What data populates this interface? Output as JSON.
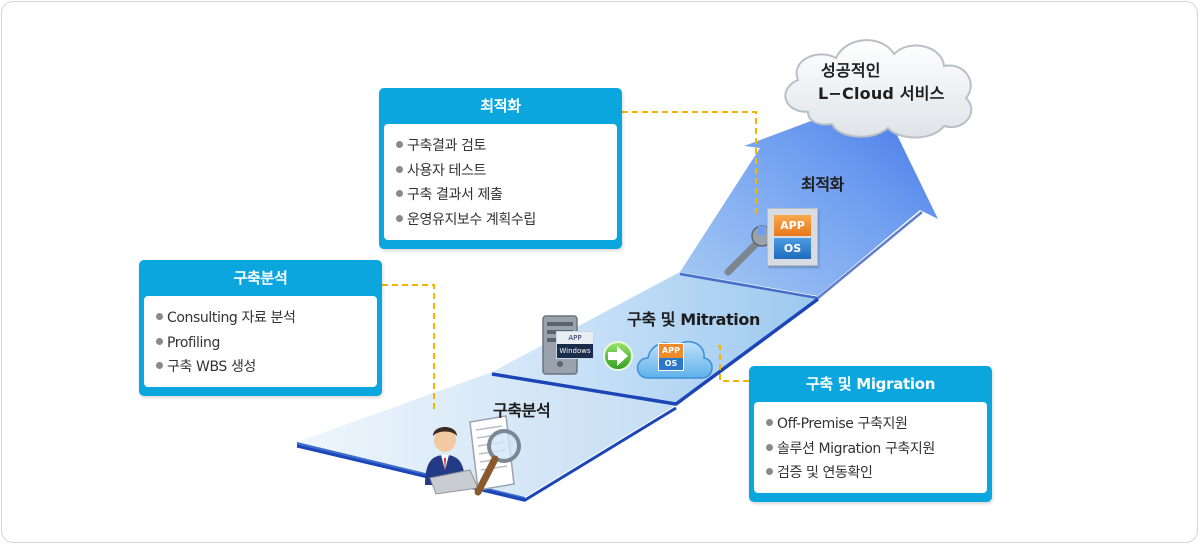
{
  "cloud": {
    "line1": "성공적인",
    "line2": "L−Cloud 서비스"
  },
  "stages": {
    "analysis": "구축분석",
    "migration": "구축 및 Mitration",
    "optimize": "최적화"
  },
  "icons": {
    "app_label": "APP",
    "os_label": "OS",
    "windows_label": "Windows"
  },
  "boxes": {
    "optimize": {
      "title": "최적화",
      "items": [
        "구축결과 검토",
        "사용자 테스트",
        "구축 결과서 제출",
        "운영유지보수 계획수립"
      ]
    },
    "analysis": {
      "title": "구축분석",
      "items": [
        "Consulting 자료 분석",
        "Profiling",
        "구축 WBS 생성"
      ]
    },
    "migration": {
      "title": "구축 및 Migration",
      "items": [
        "Off-Premise 구축지원",
        "솔루션 Migration 구축지원",
        "검증 및 연동확인"
      ]
    }
  },
  "colors": {
    "box_accent": "#0aa6dd",
    "connector": "#f5b400",
    "arrow_blue": "#3f7fe8",
    "step_edge": "#1c46b8"
  }
}
